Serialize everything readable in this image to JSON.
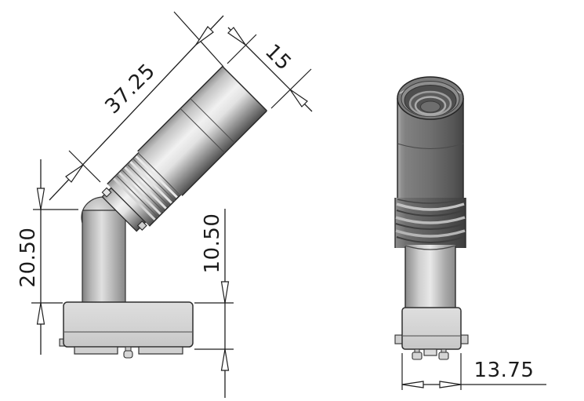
{
  "dimensions": {
    "barrel_length": "37.25",
    "barrel_diameter": "15",
    "post_height": "20.50",
    "base_height": "10.50",
    "base_width": "13.75"
  },
  "colors": {
    "line": "#1f1f1f",
    "part_outline": "#2b2b2b",
    "light_gray": "#d4d4d4",
    "mid_gray": "#9a9a9a",
    "dark_gray": "#6f6f6f",
    "background": "#ffffff"
  }
}
